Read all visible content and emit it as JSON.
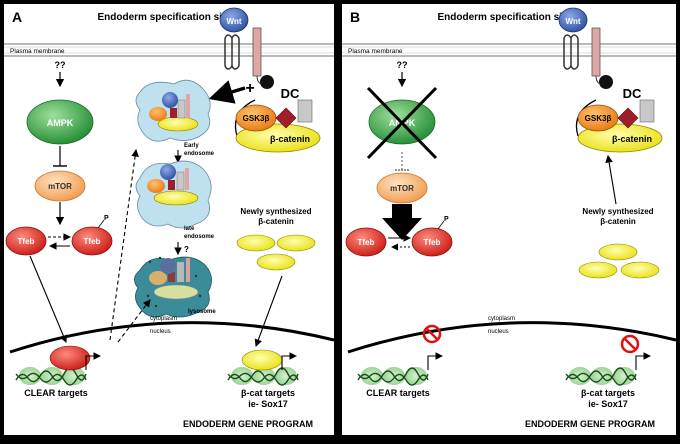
{
  "panel_a": {
    "letter": "A",
    "signal_title": "Endoderm specification signal",
    "plasma_membrane": "Plasma membrane",
    "wnt": "Wnt",
    "question_marks": "??",
    "ampk": "AMPK",
    "mtor": "mTOR",
    "tfeb_left": "Tfeb",
    "tfeb_right": "Tfeb",
    "phospho": "P",
    "plus": "+",
    "dc": "DC",
    "gsk3b": "GSK3β",
    "beta_catenin": "β-catenin",
    "early_endosome": [
      "Early",
      "endosome"
    ],
    "late_endosome": [
      "late",
      "endosome"
    ],
    "question": "?",
    "lysosome": "lysosome",
    "cytoplasm": "cytoplasm",
    "nucleus": "nucleus",
    "newly_synth": [
      "Newly synthesized",
      "β-catenin"
    ],
    "clear_targets": "CLEAR targets",
    "bcat_targets": [
      "β-cat targets",
      "ie- Sox17"
    ],
    "program": "ENDODERM GENE PROGRAM"
  },
  "panel_b": {
    "letter": "B",
    "signal_title": "Endoderm specification signal",
    "plasma_membrane": "Plasma membrane",
    "wnt": "Wnt",
    "question_marks": "??",
    "ampk": "AMPK",
    "mtor": "mTOR",
    "tfeb_left": "Tfeb",
    "tfeb_right": "Tfeb",
    "phospho": "P",
    "dc": "DC",
    "gsk3b": "GSK3β",
    "beta_catenin": "β-catenin",
    "cytoplasm": "cytoplasm",
    "nucleus": "nucleus",
    "newly_synth": [
      "Newly synthesized",
      "β-catenin"
    ],
    "clear_targets": "CLEAR targets",
    "bcat_targets": [
      "β-cat targets",
      "ie- Sox17"
    ],
    "program": "ENDODERM GENE PROGRAM"
  },
  "colors": {
    "ampk_green": "#2e9e3e",
    "mtor_orange": "#f4a460",
    "tfeb_red": "#d9231c",
    "bcat_yellow": "#f2ec10",
    "wnt_blue": "#3b5fb0",
    "gsk_orange": "#f08a1c",
    "dc_maroon": "#a01d2a",
    "endosome_blue": "#bfe0ef",
    "lysosome_teal": "#3a8c98",
    "nucleosome_green": "#b6deb0"
  }
}
